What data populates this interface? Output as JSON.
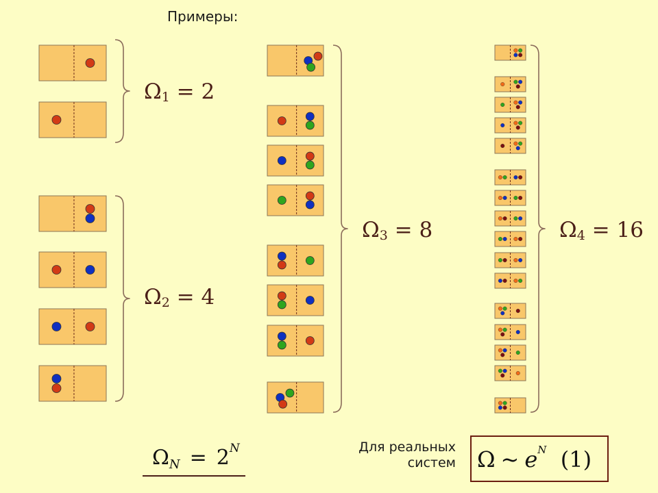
{
  "title": "Примеры:",
  "colors": {
    "background": "#FDFDC5",
    "box_fill": "#F9C76A",
    "box_border": "#8a7558",
    "brace": "#8a6b5a",
    "omega_text": "#4a1e17",
    "red": "#D23A16",
    "blue": "#1030C0",
    "green": "#2FA51E",
    "orange": "#F26A17",
    "maroon": "#7A1010"
  },
  "groups": [
    {
      "omega": {
        "symbol": "Ω",
        "sub": "1",
        "rest": " = 2"
      },
      "states": [
        {
          "left": [],
          "right": [
            "red"
          ]
        },
        {
          "left": [
            "red"
          ],
          "right": []
        }
      ]
    },
    {
      "omega": {
        "symbol": "Ω",
        "sub": "2",
        "rest": " = 4"
      },
      "states": [
        {
          "left": [],
          "right": [
            "red",
            "blue"
          ]
        },
        {
          "left": [
            "red"
          ],
          "right": [
            "blue"
          ]
        },
        {
          "left": [
            "blue"
          ],
          "right": [
            "red"
          ]
        },
        {
          "left": [
            "blue",
            "red"
          ],
          "right": []
        }
      ]
    },
    {
      "omega": {
        "symbol": "Ω",
        "sub": "3",
        "rest": " = 8"
      },
      "states": [
        {
          "left": [],
          "right": [
            "red",
            "blue",
            "green"
          ]
        },
        {
          "left": [
            "red"
          ],
          "right": [
            "blue",
            "green"
          ]
        },
        {
          "left": [
            "blue"
          ],
          "right": [
            "red",
            "green"
          ]
        },
        {
          "left": [
            "green"
          ],
          "right": [
            "red",
            "blue"
          ]
        },
        {
          "left": [
            "blue",
            "red"
          ],
          "right": [
            "green"
          ]
        },
        {
          "left": [
            "red",
            "green"
          ],
          "right": [
            "blue"
          ]
        },
        {
          "left": [
            "blue",
            "green"
          ],
          "right": [
            "red"
          ]
        },
        {
          "left": [
            "green",
            "blue",
            "red"
          ],
          "right": []
        }
      ]
    },
    {
      "omega": {
        "symbol": "Ω",
        "sub": "4",
        "rest": " = 16"
      },
      "states": [
        {
          "left": [],
          "right": [
            "orange",
            "green",
            "blue",
            "maroon"
          ]
        },
        {
          "left": [
            "orange"
          ],
          "right": [
            "green",
            "blue",
            "maroon"
          ]
        },
        {
          "left": [
            "green"
          ],
          "right": [
            "orange",
            "blue",
            "maroon"
          ]
        },
        {
          "left": [
            "blue"
          ],
          "right": [
            "orange",
            "green",
            "maroon"
          ]
        },
        {
          "left": [
            "maroon"
          ],
          "right": [
            "orange",
            "green",
            "blue"
          ]
        },
        {
          "left": [
            "orange",
            "green"
          ],
          "right": [
            "blue",
            "maroon"
          ]
        },
        {
          "left": [
            "orange",
            "blue"
          ],
          "right": [
            "green",
            "maroon"
          ]
        },
        {
          "left": [
            "orange",
            "maroon"
          ],
          "right": [
            "green",
            "blue"
          ]
        },
        {
          "left": [
            "green",
            "blue"
          ],
          "right": [
            "orange",
            "maroon"
          ]
        },
        {
          "left": [
            "green",
            "maroon"
          ],
          "right": [
            "orange",
            "blue"
          ]
        },
        {
          "left": [
            "blue",
            "maroon"
          ],
          "right": [
            "orange",
            "green"
          ]
        },
        {
          "left": [
            "orange",
            "green",
            "blue"
          ],
          "right": [
            "maroon"
          ]
        },
        {
          "left": [
            "orange",
            "green",
            "maroon"
          ],
          "right": [
            "blue"
          ]
        },
        {
          "left": [
            "orange",
            "blue",
            "maroon"
          ],
          "right": [
            "green"
          ]
        },
        {
          "left": [
            "green",
            "blue",
            "maroon"
          ],
          "right": [
            "orange"
          ]
        },
        {
          "left": [
            "orange",
            "green",
            "blue",
            "maroon"
          ],
          "right": []
        }
      ]
    }
  ],
  "formula": {
    "lhs": "Ω",
    "lhs_sub": "N",
    "eq": "=",
    "base": "2",
    "exp": "N"
  },
  "real_systems": {
    "caption_line1": "Для реальных",
    "caption_line2": "систем",
    "lhs": "Ω",
    "sim": "~",
    "rhs": "e",
    "exp": "N",
    "tail": "(1)"
  }
}
